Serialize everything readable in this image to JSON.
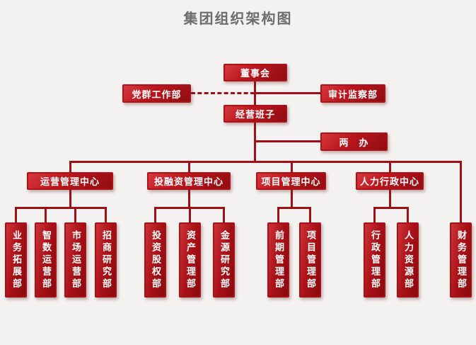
{
  "title": "集团组织架构图",
  "colors": {
    "background": "#f4f2f0",
    "node_red_light": "#d6393f",
    "node_red_dark": "#900d12",
    "node_border": "#ad1219",
    "connector": "#9e1016",
    "title_text": "#6d6d6d",
    "node_text": "#ffffff"
  },
  "org_chart": {
    "type": "org-tree",
    "root": {
      "label": "董事会"
    },
    "left_staff": {
      "label": "党群工作部",
      "link_style": "dashed"
    },
    "right_staff": {
      "label": "审计监察部",
      "link_style": "solid"
    },
    "executive": {
      "label": "经营班子"
    },
    "side_office": {
      "label": "两　办"
    },
    "centers": [
      {
        "label": "运营管理中心",
        "departments": [
          "业务拓展部",
          "智数运营部",
          "市场运营部",
          "招商研究部"
        ]
      },
      {
        "label": "投融资管理中心",
        "departments": [
          "投资股权部",
          "资产管理部",
          "金源研究部"
        ]
      },
      {
        "label": "项目管理中心",
        "departments": [
          "前期管理部",
          "项目管理部"
        ]
      },
      {
        "label": "人力行政中心",
        "departments": [
          "行政管理部",
          "人力资源部"
        ]
      }
    ],
    "standalone_department": {
      "label": "财务管理部"
    }
  }
}
